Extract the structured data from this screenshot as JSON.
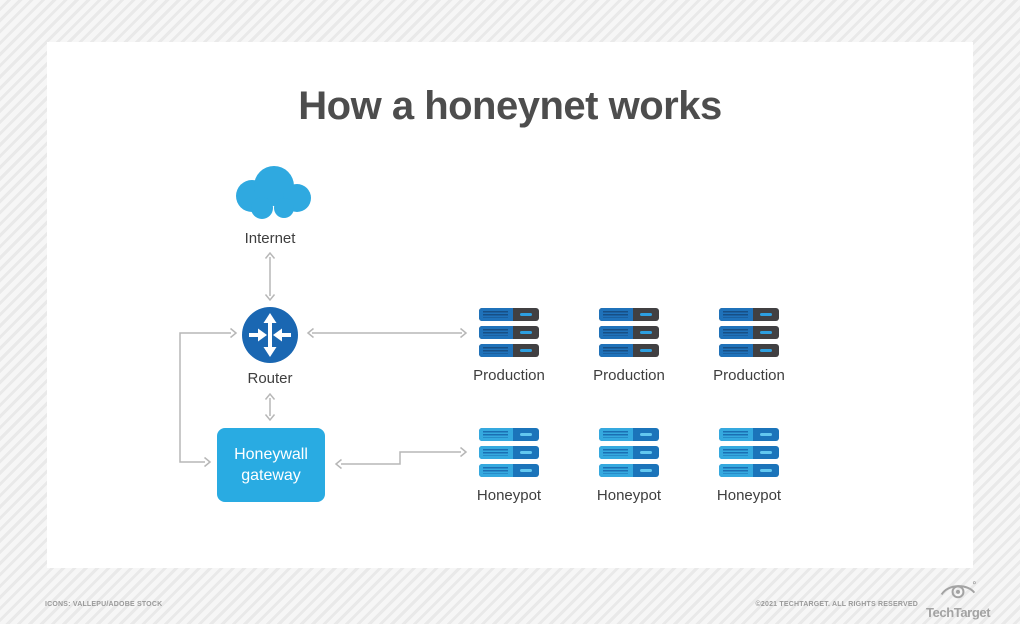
{
  "title": "How a honeynet works",
  "nodes": {
    "internet": {
      "label": "Internet",
      "icon": "cloud-icon"
    },
    "router": {
      "label": "Router",
      "icon": "router-crossed-arrows-icon"
    },
    "honeywall_gateway": {
      "label": "Honeywall gateway"
    }
  },
  "production_servers": [
    {
      "label": "Production",
      "icon": "server-stack-icon"
    },
    {
      "label": "Production",
      "icon": "server-stack-icon"
    },
    {
      "label": "Production",
      "icon": "server-stack-icon"
    }
  ],
  "honeypot_servers": [
    {
      "label": "Honeypot",
      "icon": "server-stack-icon"
    },
    {
      "label": "Honeypot",
      "icon": "server-stack-icon"
    },
    {
      "label": "Honeypot",
      "icon": "server-stack-icon"
    }
  ],
  "footer": {
    "credits": "ICONS: VALLEPU/ADOBE STOCK",
    "copyright": "©2021 TECHTARGET. ALL RIGHTS RESERVED",
    "brand": "TechTarget",
    "brand_icon": "techtarget-eye-icon"
  },
  "colors": {
    "cloud_blue": "#2fa9e0",
    "router_blue": "#1a67b2",
    "gateway_blue": "#29abe2",
    "production_dark": "#414042",
    "production_blue": "#1f72ba",
    "honeypot_light_blue": "#35a9df",
    "honeypot_blue": "#1b74ba",
    "connector_gray": "#b7b7b7",
    "title_gray": "#4d4d4d",
    "footer_gray": "#9a9a9a"
  }
}
